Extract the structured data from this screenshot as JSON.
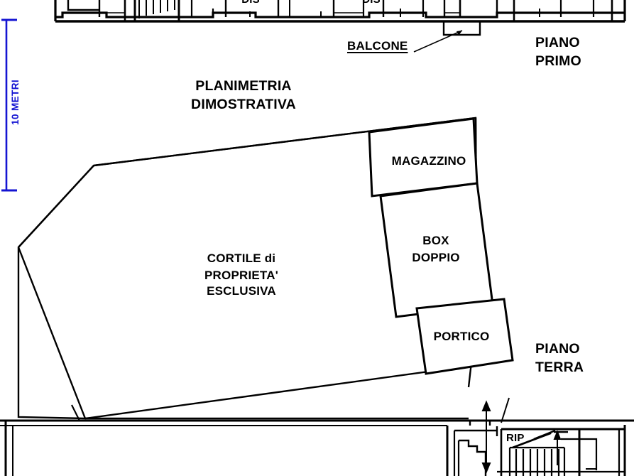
{
  "document": {
    "type": "floor-plan",
    "title_line1": "PLANIMETRIA",
    "title_line2": "DIMOSTRATIVA",
    "background_color": "#ffffff",
    "line_color": "#000000",
    "scale_color": "#1414d2"
  },
  "scale_bar": {
    "label": "10 METRI",
    "color": "#1414d2",
    "orientation": "vertical"
  },
  "levels": {
    "upper": {
      "label_line1": "PIANO",
      "label_line2": "PRIMO"
    },
    "lower": {
      "label_line1": "PIANO",
      "label_line2": "TERRA"
    }
  },
  "annotations": {
    "balcone": "BALCONE",
    "dis_left": "DIS",
    "dis_right": "DIS",
    "rip": "RIP"
  },
  "rooms": [
    {
      "id": "magazzino",
      "label": "MAGAZZINO",
      "lines": [
        "MAGAZZINO"
      ]
    },
    {
      "id": "box-doppio",
      "label": "BOX DOPPIO",
      "lines": [
        "BOX",
        "DOPPIO"
      ]
    },
    {
      "id": "portico",
      "label": "PORTICO",
      "lines": [
        "PORTICO"
      ]
    },
    {
      "id": "cortile",
      "label": "CORTILE di PROPRIETA' ESCLUSIVA",
      "lines": [
        "CORTILE di",
        "PROPRIETA'",
        "ESCLUSIVA"
      ]
    }
  ],
  "courtyard": {
    "line1": "CORTILE di",
    "line2": "PROPRIETA'",
    "line3": "ESCLUSIVA"
  },
  "magazzino": {
    "line1": "MAGAZZINO"
  },
  "box": {
    "line1": "BOX",
    "line2": "DOPPIO"
  },
  "portico": {
    "line1": "PORTICO"
  }
}
